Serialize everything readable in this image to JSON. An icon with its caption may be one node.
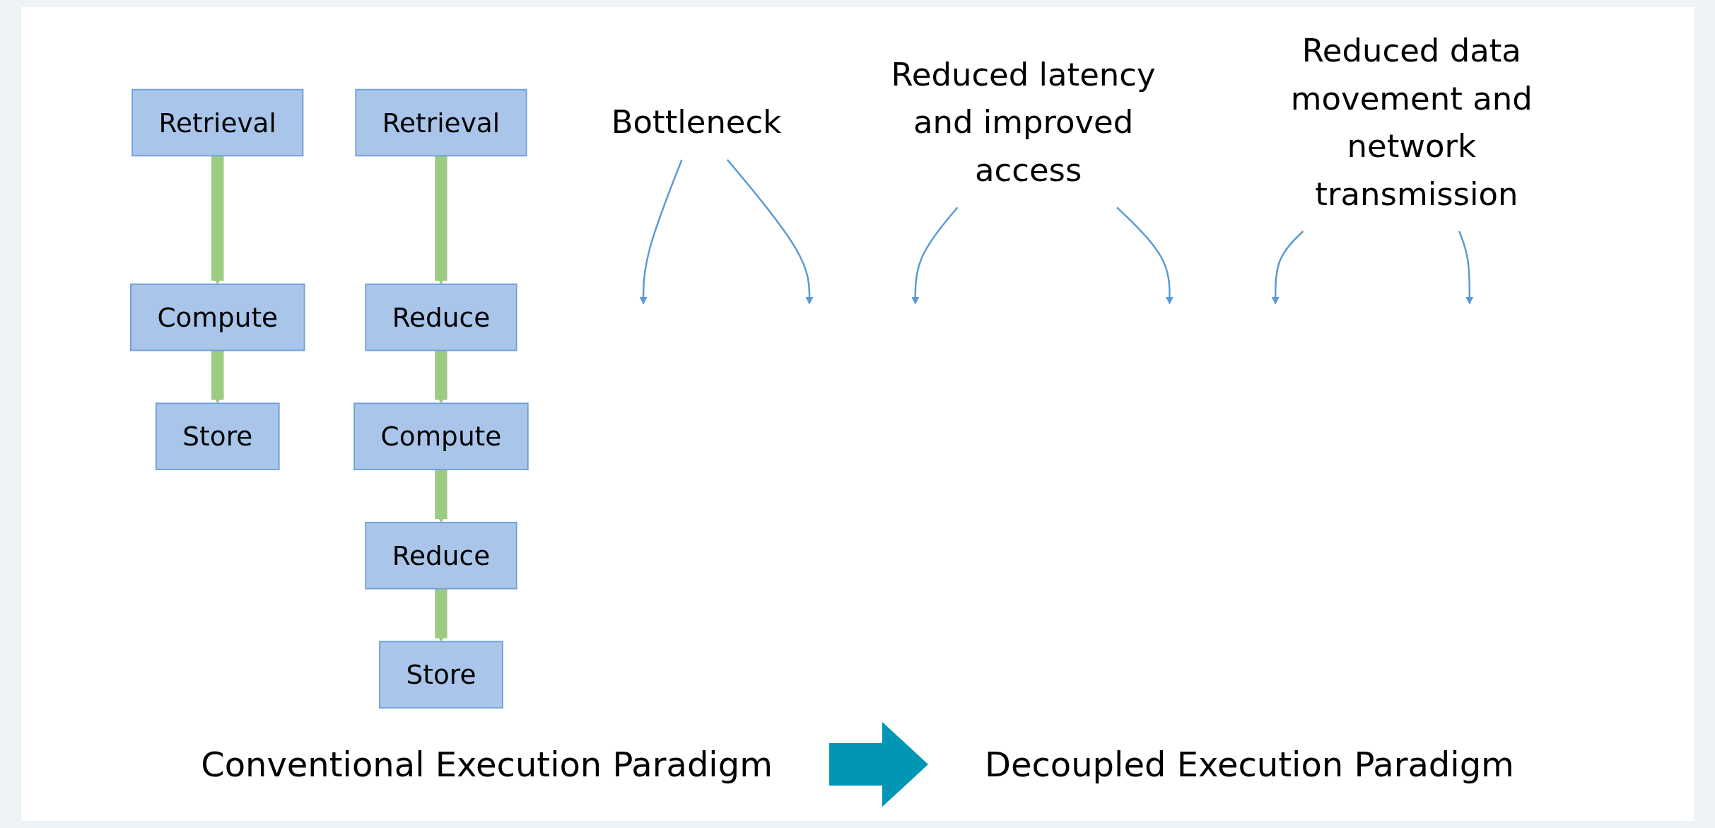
{
  "diagram": {
    "nodes": [
      {
        "text": [
          "Retrieval"
        ]
      },
      {
        "text": [
          "Compute"
        ]
      },
      {
        "text": [
          "Store"
        ]
      },
      {
        "text": [
          "Bottleneck"
        ]
      },
      {
        "text": [
          "Retrieval"
        ]
      },
      {
        "text": [
          "Reduce"
        ]
      },
      {
        "text": [
          "Compute"
        ]
      },
      {
        "text": [
          "Reduce"
        ]
      },
      {
        "text": [
          "Store"
        ]
      },
      {
        "text": [
          "Reduced latency and improved access"
        ]
      },
      {
        "text": [
          "Reduced data movement and network transmission"
        ]
      }
    ],
    "edges": [
      {
        "from": 0,
        "to": 1,
        "arrow": "to",
        "style": "thick",
        "color": "#9ccb82"
      },
      {
        "from": 1,
        "to": 2,
        "arrow": "to",
        "style": "thick",
        "color": "#9ccb82"
      },
      {
        "from": 3,
        "to": null,
        "arrow": "to",
        "color": "#5b9bd5"
      },
      {
        "from": 3,
        "to": null,
        "arrow": "to",
        "color": "#5b9bd5"
      },
      {
        "from": 4,
        "to": 5,
        "arrow": "to",
        "style": "thick",
        "color": "#9ccb82"
      },
      {
        "from": 5,
        "to": 6,
        "arrow": "to",
        "style": "thick",
        "color": "#9ccb82"
      },
      {
        "from": 6,
        "to": 7,
        "arrow": "to",
        "style": "thick",
        "color": "#9ccb82"
      },
      {
        "from": 7,
        "to": 8,
        "arrow": "to",
        "style": "thick",
        "color": "#9ccb82"
      },
      {
        "from": 9,
        "to": null,
        "arrow": "to",
        "color": "#5b9bd5"
      },
      {
        "from": 9,
        "to": null,
        "arrow": "to",
        "color": "#5b9bd5"
      },
      {
        "from": 10,
        "to": null,
        "arrow": "to",
        "color": "#5b9bd5"
      },
      {
        "from": 10,
        "to": null,
        "arrow": "to",
        "color": "#5b9bd5"
      }
    ],
    "labels": [
      "Conventional Execution Paradigm",
      "Decoupled Execution Paradigm"
    ]
  }
}
